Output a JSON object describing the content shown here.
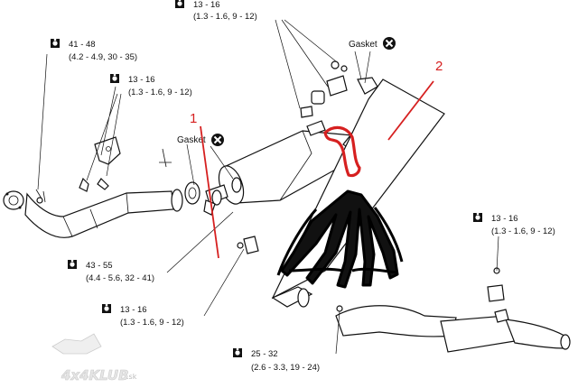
{
  "torque_specs": [
    {
      "main": "13 - 16",
      "sub": "(1.3 - 1.6, 9 - 12)"
    },
    {
      "main": "41 - 48",
      "sub": "(4.2 - 4.9, 30 - 35)"
    },
    {
      "main": "13 - 16",
      "sub": "(1.3 - 1.6, 9 - 12)"
    },
    {
      "main": "43 - 55",
      "sub": "(4.4 - 5.6, 32 - 41)"
    },
    {
      "main": "13 - 16",
      "sub": "(1.3 - 1.6, 9 - 12)"
    },
    {
      "main": "25 - 32",
      "sub": "(2.6 - 3.3, 19 - 24)"
    },
    {
      "main": "13 - 16",
      "sub": "(1.3 - 1.6, 9 - 12)"
    }
  ],
  "gasket_labels": [
    "Gasket",
    "Gasket"
  ],
  "annotations": {
    "one": "1",
    "two": "2"
  },
  "watermark": {
    "main": "4x4KLUB",
    "suffix": ".sk"
  },
  "colors": {
    "annotation_red": "#d62020",
    "line": "#111111",
    "scribble": "#000000"
  }
}
